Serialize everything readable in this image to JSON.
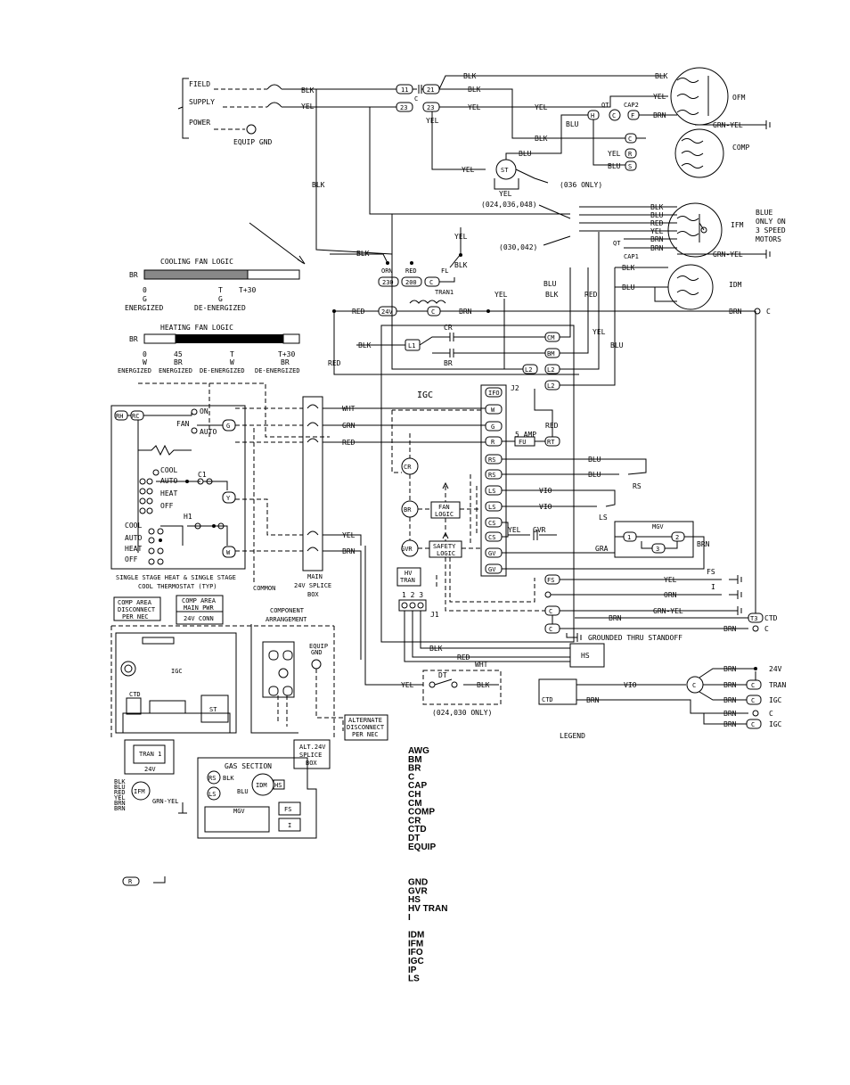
{
  "field_supply": {
    "field": "FIELD",
    "supply": "SUPPLY",
    "power": "POWER",
    "equip_gnd": "EQUIP GND",
    "blk": "BLK",
    "yel": "YEL"
  },
  "motors": {
    "ofm": "OFM",
    "comp": "COMP",
    "ifm": "IFM",
    "idm": "IDM",
    "st": "ST",
    "blue_note": [
      "BLUE",
      "ONLY ON",
      "3 SPEED",
      "MOTORS"
    ]
  },
  "wires": {
    "blk": "BLK",
    "yel": "YEL",
    "blu": "BLU",
    "brn": "BRN",
    "red": "RED",
    "grn_yel": "GRN-YEL",
    "wht": "WHT",
    "grn": "GRN",
    "vio": "VIO",
    "gra": "GRA",
    "orn": "ORN"
  },
  "terminals": {
    "t11": "11",
    "t21": "21",
    "t23": "23",
    "c": "C",
    "h": "H",
    "f": "F",
    "r": "R",
    "s": "S",
    "qt": "QT",
    "cap2": "CAP2",
    "cap1": "CAP1"
  },
  "notes": {
    "only036": "(036 ONLY)",
    "models_024_036_048": "(024,036,048)",
    "models_030_042": "(030,042)",
    "models_024_030": "(024,030 ONLY)"
  },
  "transformer": {
    "orn": "ORN",
    "red": "RED",
    "fl": "FL",
    "t230": "230",
    "t200": "200",
    "c": "C",
    "tran1": "TRAN1",
    "v24": "24V"
  },
  "cooling_fan_logic": {
    "title": "COOLING FAN LOGIC",
    "br": "BR",
    "zero": "0",
    "g": "G",
    "t": "T",
    "t30": "T+30",
    "g2": "G",
    "energized": "ENERGIZED",
    "deenergized": "DE-ENERGIZED"
  },
  "heating_fan_logic": {
    "title": "HEATING FAN LOGIC",
    "br": "BR",
    "zero": "0",
    "n45": "45",
    "t": "T",
    "t30": "T+30",
    "w": "W",
    "br2": "BR",
    "w2": "W",
    "br3": "BR",
    "e1": "ENERGIZED",
    "e2": "ENERGIZED",
    "d1": "DE-ENERGIZED",
    "d2": "DE-ENERGIZED"
  },
  "igc": {
    "title": "IGC",
    "j2": "J2",
    "j1": "J1",
    "cr": "CR",
    "br": "BR",
    "gvr": "GVR",
    "fan_logic": [
      "FAN",
      "LOGIC"
    ],
    "safety_logic": [
      "SAFETY",
      "LOGIC"
    ],
    "hv_tran": [
      "HV",
      "TRAN"
    ],
    "l1": "L1",
    "l2": "L2",
    "cm": "CM",
    "bm": "BM",
    "ifo": "IFO",
    "w": "W",
    "g": "G",
    "r": "R",
    "rs": "RS",
    "ls": "LS",
    "cs": "CS",
    "gv": "GV",
    "fs": "FS",
    "c": "C",
    "rt": "RT",
    "fu": "FU",
    "amp": "5 AMP",
    "pins": "1 2 3",
    "grounded": "GROUNDED THRU STANDOFF"
  },
  "right_side": {
    "mgv": "MGV",
    "m1": "1",
    "m2": "2",
    "m3": "3",
    "fs": "FS",
    "i": "I",
    "rs": "RS",
    "ls": "LS",
    "hs": "HS",
    "ctd": "CTD",
    "c": "C",
    "t3": "T3",
    "v24": "24V",
    "tran": "TRAN",
    "igc": "IGC",
    "dt": "DT",
    "gvr": "GVR"
  },
  "thermostat": {
    "rh": "RH",
    "rc": "RC",
    "on": "ON",
    "fan": "FAN",
    "auto": "AUTO",
    "g": "G",
    "cool": "COOL",
    "c1": "C1",
    "heat": "HEAT",
    "off": "OFF",
    "y": "Y",
    "h1": "H1",
    "w": "W",
    "caption1": "SINGLE STAGE HEAT & SINGLE STAGE",
    "caption2": "COOL THERMOSTAT (TYP)",
    "common": "COMMON"
  },
  "splice": {
    "main": "MAIN",
    "v24": "24V SPLICE",
    "box": "BOX",
    "alt": "ALT.24V",
    "splice": "SPLICE",
    "box2": "BOX"
  },
  "arrangement": {
    "comp_area": [
      "COMP AREA",
      "DISCONNECT",
      "PER NEC"
    ],
    "main_pwr": [
      "COMP AREA",
      "MAIN PWR"
    ],
    "conn": "24V CONN",
    "component": [
      "COMPONENT",
      "ARRANGEMENT"
    ],
    "igc": "IGC",
    "ctd": "CTD",
    "st": "ST",
    "equip_gnd": [
      "EQUIP",
      "GND"
    ],
    "alternate": [
      "ALTERNATE",
      "DISCONNECT",
      "PER NEC"
    ],
    "tran1": "TRAN 1",
    "v24": "24V",
    "gas_section": "GAS SECTION",
    "rs": "RS",
    "ls": "LS",
    "idm": "IDM",
    "hs": "HS",
    "mgv": "MGV",
    "fs": "FS",
    "i": "I",
    "ifm": "IFM",
    "blk": "BLK",
    "blu": "BLU",
    "ifm_wires": [
      "BLK",
      "BLU",
      "RED",
      "YEL",
      "BRN",
      "BRN"
    ],
    "grn_yel": "GRN-YEL",
    "r": "R"
  },
  "legend": {
    "title": "LEGEND",
    "items": [
      "AWG",
      "BM",
      "BR",
      "C",
      "CAP",
      "CH",
      "CM",
      "COMP",
      "CR",
      "CTD",
      "DT",
      "EQUIP",
      "GND",
      "GVR",
      "HS",
      "HV TRAN",
      "I",
      "IDM",
      "IFM",
      "IFO",
      "IGC",
      "IP",
      "LS"
    ]
  }
}
